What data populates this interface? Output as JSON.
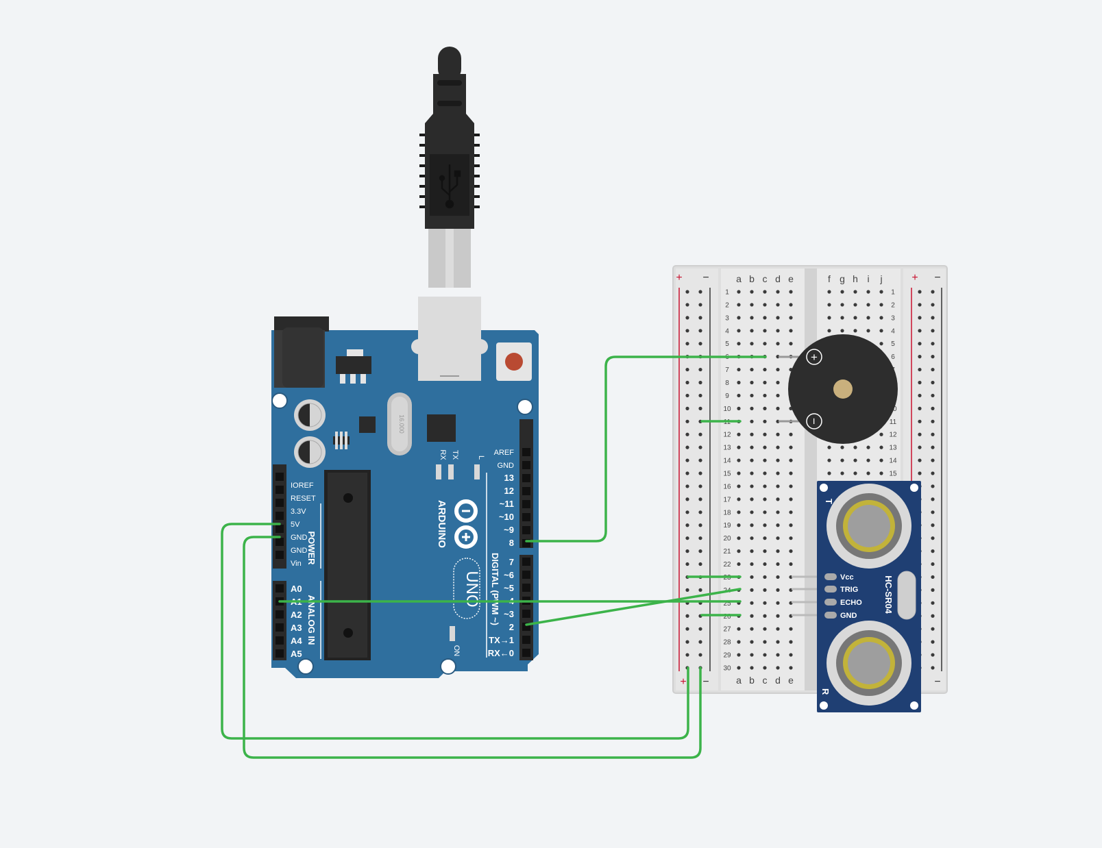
{
  "arduino": {
    "logo_text": "ARDUINO",
    "model_text": "UNO",
    "crystal_text": "16.000",
    "led_labels": [
      "RX",
      "TX",
      "L"
    ],
    "on_label": "ON",
    "power_header_label": "POWER",
    "analog_header_label": "ANALOG IN",
    "digital_header_label": "DIGITAL (PWM ~)",
    "power_pins": [
      "IOREF",
      "RESET",
      "3.3V",
      "5V",
      "GND",
      "GND",
      "Vin"
    ],
    "analog_pins": [
      "A0",
      "A1",
      "A2",
      "A3",
      "A4",
      "A5"
    ],
    "digital_pins_top": [
      "AREF",
      "GND",
      "13",
      "12",
      "~11",
      "~10",
      "~9",
      "8"
    ],
    "digital_pins_bottom": [
      "7",
      "~6",
      "~5",
      "4",
      "~3",
      "2",
      "TX→1",
      "RX←0"
    ]
  },
  "breadboard": {
    "columns_left": [
      "a",
      "b",
      "c",
      "d",
      "e"
    ],
    "columns_right": [
      "f",
      "g",
      "h",
      "i",
      "j"
    ],
    "rail_plus": "+",
    "rail_minus": "−",
    "row_count": 30
  },
  "buzzer": {
    "plus": "+",
    "minus": "−"
  },
  "sensor": {
    "name": "HC-SR04",
    "pins": [
      "Vcc",
      "TRIG",
      "ECHO",
      "GND"
    ],
    "t_label": "T",
    "r_label": "R"
  },
  "colors": {
    "background": "#f2f4f6",
    "board": "#2f6f9e",
    "wire": "#3cb34a",
    "breadboard": "#e6e6e6",
    "sensor_board": "#1f3f73"
  }
}
